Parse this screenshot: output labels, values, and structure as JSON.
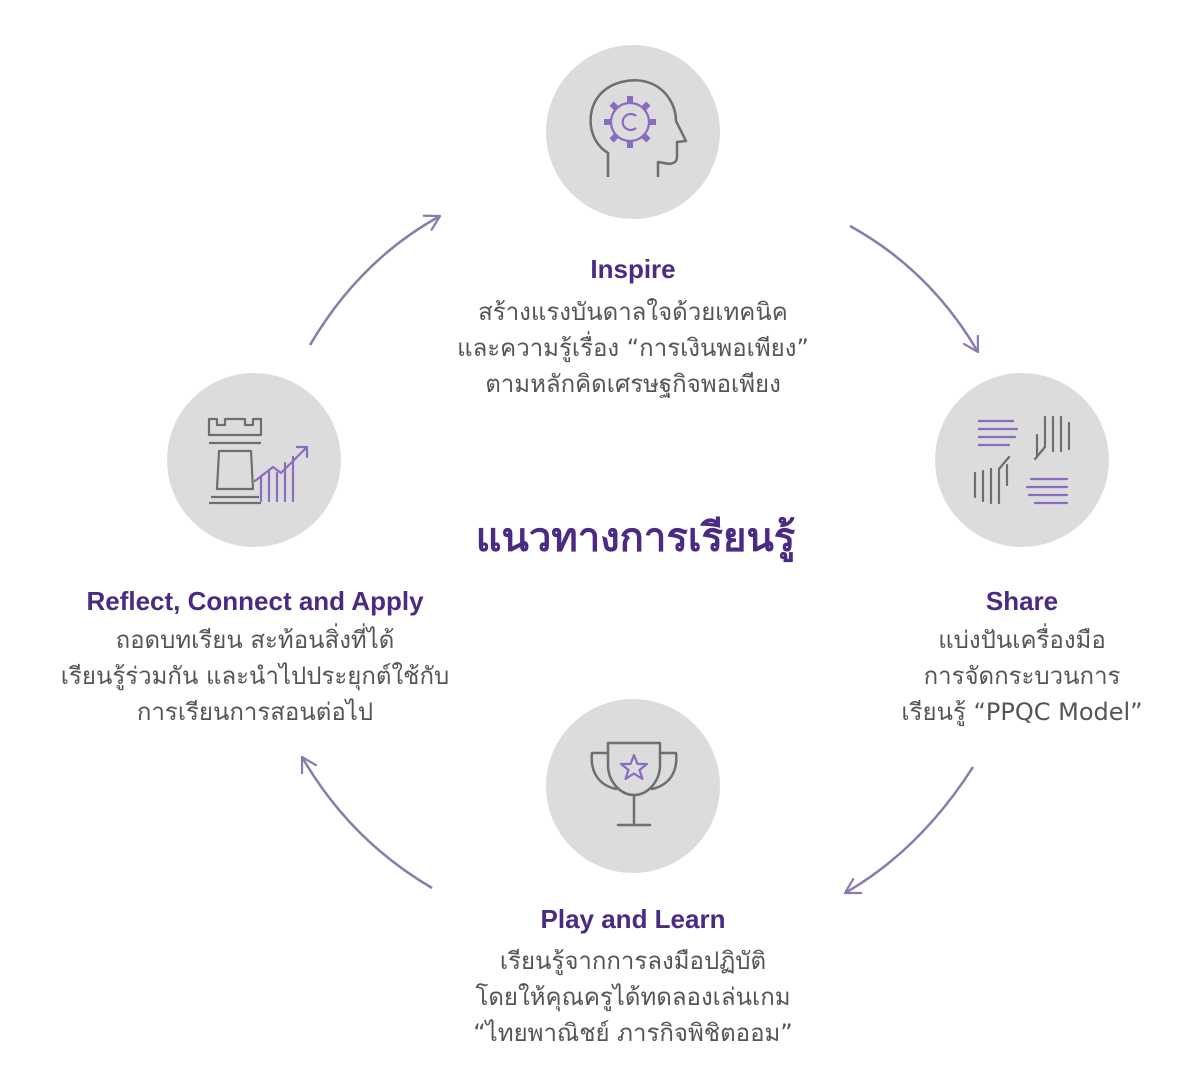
{
  "center_title": "แนวทางการเรียนรู้",
  "steps": {
    "inspire": {
      "icon": "head-gear-icon",
      "title": "Inspire",
      "lines": [
        "สร้างแรงบันดาลใจด้วยเทคนิค",
        "และความรู้เรื่อง “การเงินพอเพียง”",
        "ตามหลักคิดเศรษฐกิจพอเพียง"
      ]
    },
    "share": {
      "icon": "joined-hands-icon",
      "title": "Share",
      "lines": [
        "แบ่งปันเครื่องมือ",
        "การจัดกระบวนการ",
        "เรียนรู้ “PPQC Model”"
      ]
    },
    "play": {
      "icon": "trophy-star-icon",
      "title": "Play and Learn",
      "lines": [
        "เรียนรู้จากการลงมือปฏิบัติ",
        "โดยให้คุณครูได้ทดลองเล่นเกม",
        "“ไทยพาณิชย์ ภารกิจพิชิตออม”"
      ]
    },
    "reflect": {
      "icon": "chess-rook-growth-icon",
      "title": "Reflect, Connect and Apply",
      "lines": [
        "ถอดบทเรียน สะท้อนสิ่งที่ได้",
        "เรียนรู้ร่วมกัน และนำไปประยุกต์ใช้กับ",
        "การเรียนการสอนต่อไป"
      ]
    }
  },
  "colors": {
    "accent": "#4b2a84",
    "arrow": "#8b7aad",
    "icon_stroke": "#6e6e6e",
    "icon_accent": "#8a6bbf",
    "circle": "#dcdcdc",
    "text": "#555555"
  }
}
